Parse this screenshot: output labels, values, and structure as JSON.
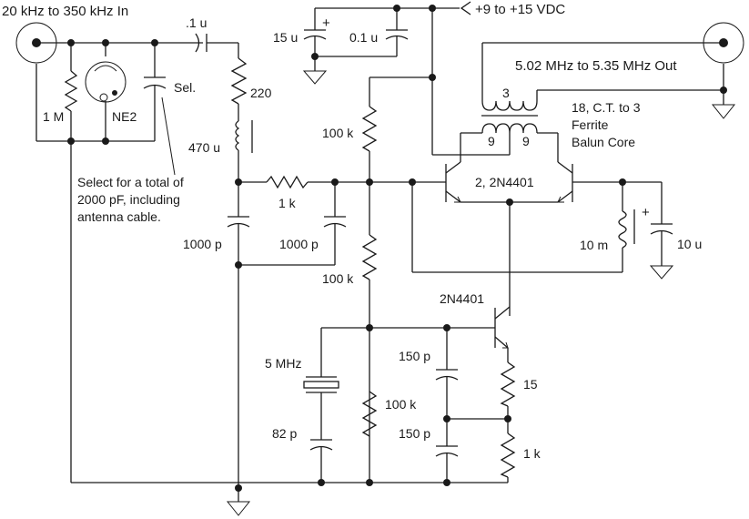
{
  "diagram": {
    "title": "Crystal-controlled up-converter schematic",
    "colors": {
      "ink": "#1a1a1a",
      "background": "#ffffff"
    },
    "labels": {
      "input": "20 kHz to 350 kHz In",
      "supply": "+9 to +15 VDC",
      "output": "5.02 MHz to 5.35 MHz Out",
      "c_input": ".1 u",
      "c_select": "Sel.",
      "r_220": "220",
      "r_1m": "1 M",
      "neon": "NE2",
      "l_470u": "470 u",
      "note_line1": "Select for a total of",
      "note_line2": "2000 pF, including",
      "note_line3": "antenna cable.",
      "c_15u": "15 u",
      "c_01u": "0.1 u",
      "plus": "+",
      "r_100k_top": "100 k",
      "r_1k_series": "1 k",
      "c_1000p_left": "1000 p",
      "c_1000p_right": "1000 p",
      "r_100k_mid": "100 k",
      "xfmr_secondary_turns": "3",
      "xfmr_primary_left": "9",
      "xfmr_primary_right": "9",
      "xfmr_note1": "18, C.T. to 3",
      "xfmr_note2": "Ferrite",
      "xfmr_note3": "Balun Core",
      "mixer_pair": "2, 2N4401",
      "l_10m": "10 m",
      "c_10u": "10 u",
      "osc_transistor": "2N4401",
      "crystal": "5 MHz",
      "c_82p": "82 p",
      "r_100k_bottom": "100 k",
      "c_150p_top": "150 p",
      "c_150p_bottom": "150 p",
      "r_15": "15",
      "r_1k_emitter": "1 k"
    }
  }
}
